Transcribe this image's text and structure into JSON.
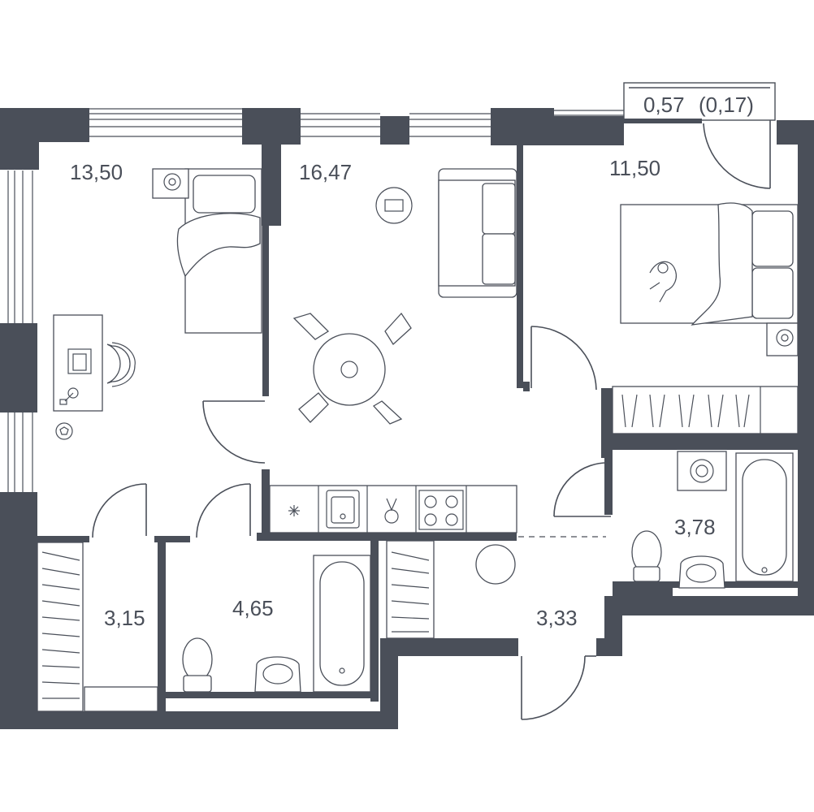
{
  "rooms": [
    {
      "id": "bedroom-left",
      "area": "13,50"
    },
    {
      "id": "living-kitchen",
      "area": "16,47"
    },
    {
      "id": "bedroom-right",
      "area": "11,50"
    },
    {
      "id": "wardrobe",
      "area": "3,15"
    },
    {
      "id": "bathroom-left",
      "area": "4,65"
    },
    {
      "id": "hallway",
      "area": "3,33"
    },
    {
      "id": "bathroom-right",
      "area": "3,78"
    }
  ],
  "balcony": {
    "area": "0,57",
    "area_reduced": "(0,17)"
  },
  "colors": {
    "wall": "#4a4f59",
    "background": "#ffffff"
  },
  "icons": [
    "bed-icon",
    "sofa-icon",
    "dining-table-icon",
    "desk-icon",
    "chair-icon",
    "ball-icon",
    "fan-icon",
    "cat-icon",
    "bathtub-icon",
    "toilet-icon",
    "sink-icon",
    "stove-icon",
    "washing-machine-icon",
    "wardrobe-icon"
  ]
}
